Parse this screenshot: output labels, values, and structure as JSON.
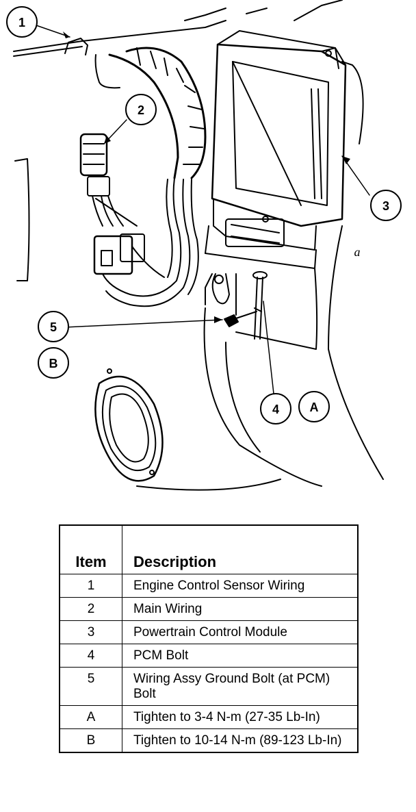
{
  "callouts": [
    {
      "id": "c1",
      "label": "1"
    },
    {
      "id": "c2",
      "label": "2"
    },
    {
      "id": "c3",
      "label": "3"
    },
    {
      "id": "c4",
      "label": "4"
    },
    {
      "id": "c5",
      "label": "5"
    },
    {
      "id": "cA",
      "label": "A"
    },
    {
      "id": "cB",
      "label": "B"
    }
  ],
  "annotation_a": "a",
  "table": {
    "headers": {
      "item": "Item",
      "description": "Description"
    },
    "rows": [
      {
        "item": "1",
        "description": "Engine Control Sensor Wiring"
      },
      {
        "item": "2",
        "description": "Main Wiring"
      },
      {
        "item": "3",
        "description": "Powertrain Control Module"
      },
      {
        "item": "4",
        "description": "PCM Bolt"
      },
      {
        "item": "5",
        "description": "Wiring Assy Ground Bolt (at PCM) Bolt"
      },
      {
        "item": "A",
        "description": "Tighten to 3-4 N-m (27-35 Lb-In)"
      },
      {
        "item": "B",
        "description": "Tighten to 10-14 N-m (89-123 Lb-In)"
      }
    ]
  }
}
